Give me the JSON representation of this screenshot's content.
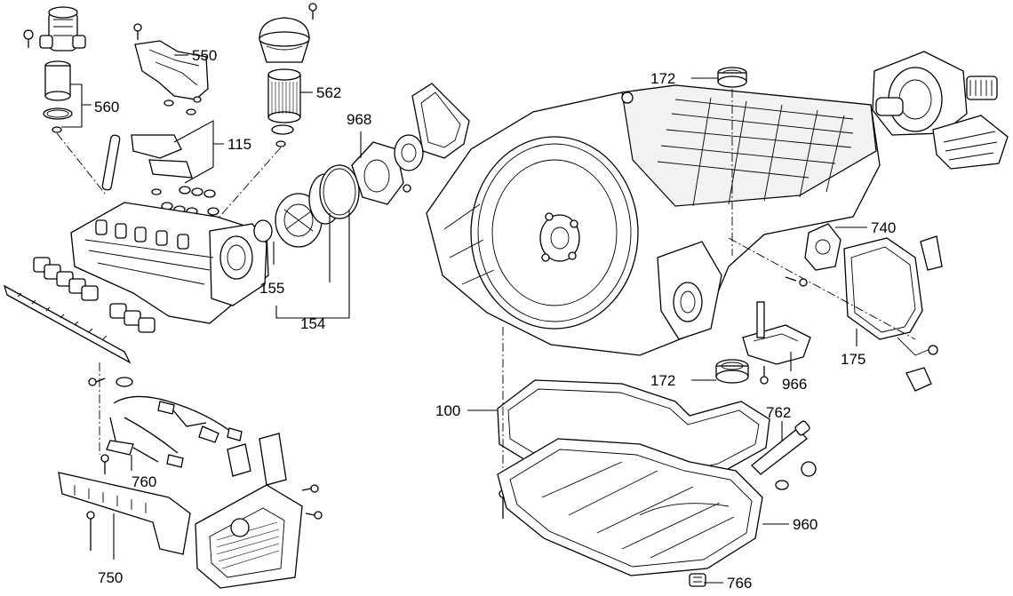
{
  "diagram": {
    "type": "exploded-parts-view",
    "callouts": [
      {
        "id": "c550",
        "label": "550"
      },
      {
        "id": "c560",
        "label": "560"
      },
      {
        "id": "c562",
        "label": "562"
      },
      {
        "id": "c115",
        "label": "115"
      },
      {
        "id": "c968",
        "label": "968"
      },
      {
        "id": "c155",
        "label": "155"
      },
      {
        "id": "c154",
        "label": "154"
      },
      {
        "id": "c172a",
        "label": "172"
      },
      {
        "id": "c172b",
        "label": "172"
      },
      {
        "id": "c740",
        "label": "740"
      },
      {
        "id": "c175",
        "label": "175"
      },
      {
        "id": "c966",
        "label": "966"
      },
      {
        "id": "c100",
        "label": "100"
      },
      {
        "id": "c762",
        "label": "762"
      },
      {
        "id": "c960",
        "label": "960"
      },
      {
        "id": "c766",
        "label": "766"
      },
      {
        "id": "c760",
        "label": "760"
      },
      {
        "id": "c750",
        "label": "750"
      }
    ]
  }
}
